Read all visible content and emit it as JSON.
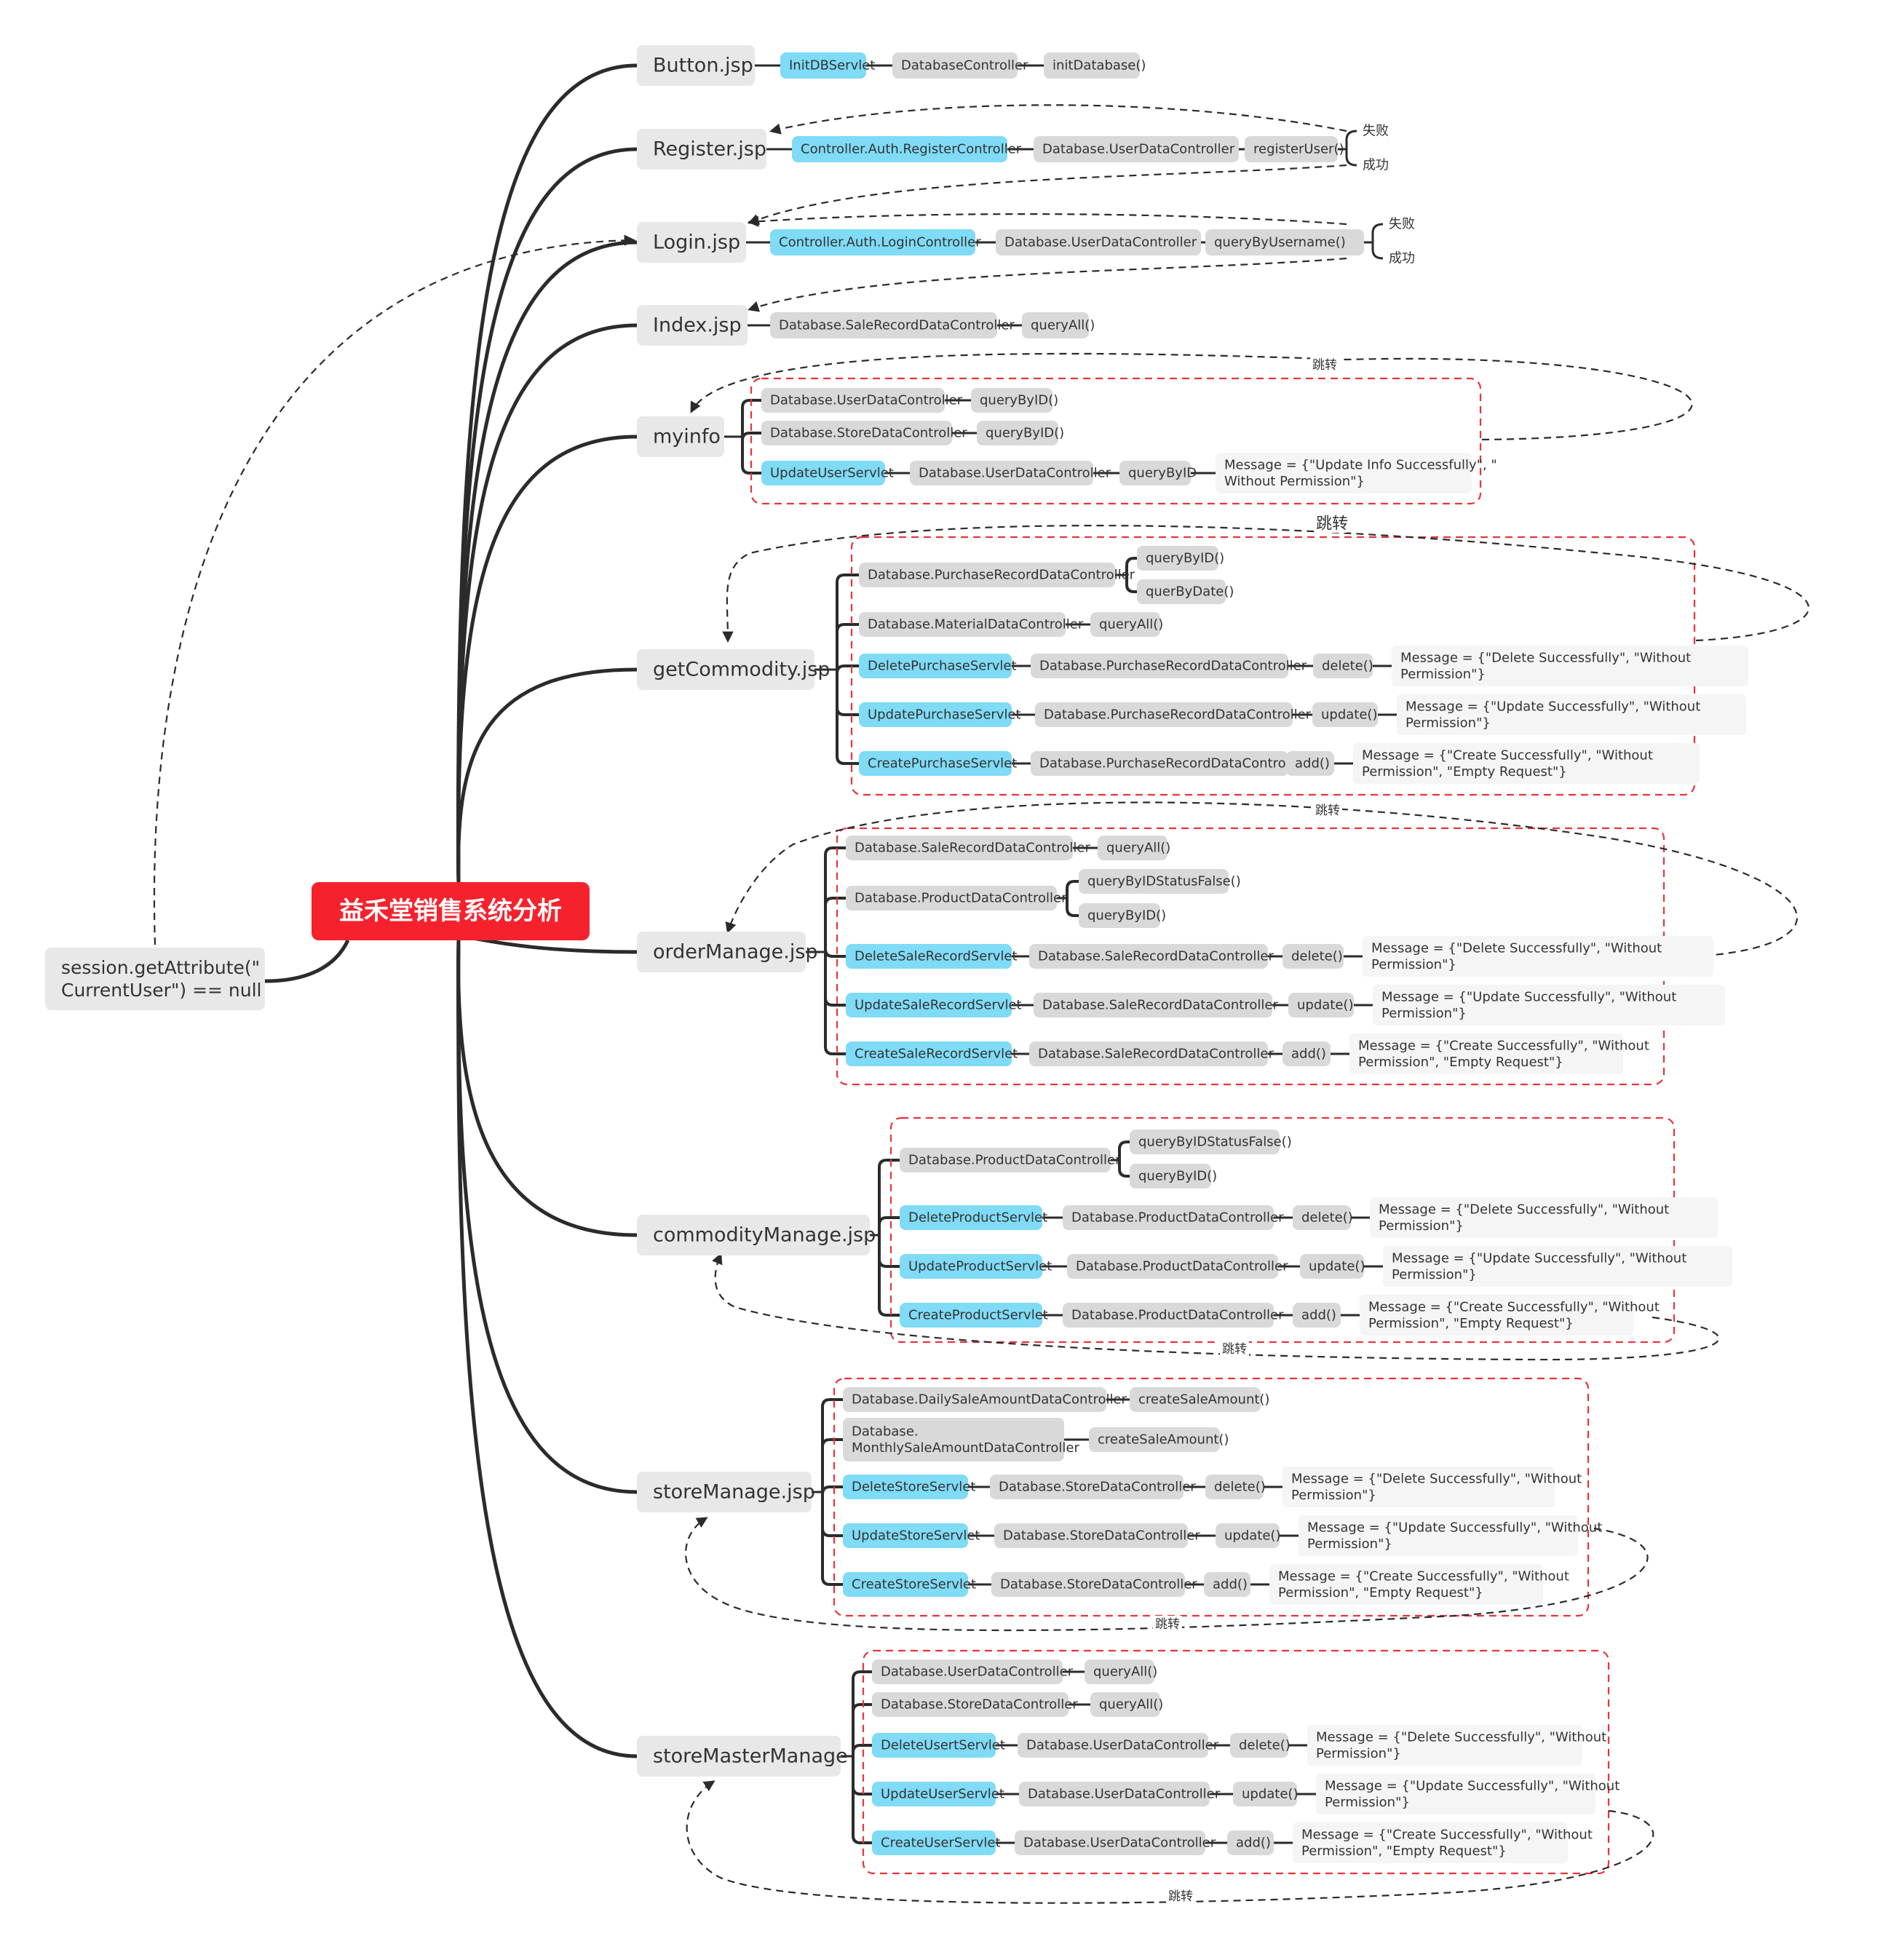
{
  "root": {
    "label": "益禾堂销售系统分析",
    "color": "#f5222d",
    "text_color": "#ffffff"
  },
  "session": {
    "line1": "session.getAttribute(\"",
    "line2": "CurrentUser\") == null"
  },
  "colors": {
    "servlet": "#7fdbf6",
    "node": "#d9d9d9",
    "page": "#e8e8e8",
    "message": "#f5f5f5",
    "red_box": "#e8343c",
    "line": "#2b2b2b"
  },
  "jump_label": "跳转",
  "fail_label": "失败",
  "success_label": "成功",
  "pages": [
    {
      "label": "Button.jsp"
    },
    {
      "label": "Register.jsp"
    },
    {
      "label": "Login.jsp"
    },
    {
      "label": "Index.jsp"
    },
    {
      "label": "myinfo"
    },
    {
      "label": "getCommodity.jsp"
    },
    {
      "label": "orderManage.jsp"
    },
    {
      "label": "commodityManage.jsp"
    },
    {
      "label": "storeManage.jsp"
    },
    {
      "label": "storeMasterManage"
    }
  ],
  "chains": {
    "button": [
      "InitDBServlet",
      "DatabaseController",
      "initDatabase()"
    ],
    "register": [
      "Controller.Auth.RegisterController",
      "Database.UserDataController",
      "registerUser()"
    ],
    "login": [
      "Controller.Auth.LoginController",
      "Database.UserDataController",
      "queryByUsername()"
    ],
    "index": [
      "Database.SaleRecordDataController",
      "queryAll()"
    ]
  },
  "myinfo": {
    "rows": [
      [
        "Database.UserDataController",
        "queryByID()"
      ],
      [
        "Database.StoreDataController",
        "queryByID()"
      ],
      [
        "UpdateUserServlet",
        "Database.UserDataController",
        "queryByID"
      ]
    ],
    "message": [
      "Message = {\"Update Info Successfully\", \"",
      "Without Permission\"}"
    ]
  },
  "getcommodity": {
    "purchase": "Database.PurchaseRecordDataController",
    "purchase_methods": [
      "queryByID()",
      "querByDate()"
    ],
    "material": [
      "Database.MaterialDataController",
      "queryAll()"
    ],
    "servlets": [
      [
        "DeletePurchaseServlet",
        "Database.PurchaseRecordDataController",
        "delete()"
      ],
      [
        "UpdatePurchaseServlet",
        "Database.PurchaseRecordDataController",
        "update()"
      ],
      [
        "CreatePurchaseServlet",
        "Database.PurchaseRecordDataController",
        "add()"
      ]
    ],
    "messages": [
      [
        "Message = {\"Delete Successfully\", \"Without",
        "Permission\"}"
      ],
      [
        "Message = {\"Update Successfully\", \"Without",
        "Permission\"}"
      ],
      [
        "Message = {\"Create Successfully\", \"Without",
        "Permission\", \"Empty Request\"}"
      ]
    ]
  },
  "ordermanage": {
    "sale": [
      "Database.SaleRecordDataController",
      "queryAll()"
    ],
    "product": "Database.ProductDataController",
    "product_methods": [
      "queryByIDStatusFalse()",
      "queryByID()"
    ],
    "servlets": [
      [
        "DeleteSaleRecordServlet",
        "Database.SaleRecordDataController",
        "delete()"
      ],
      [
        "UpdateSaleRecordServlet",
        "Database.SaleRecordDataController",
        "update()"
      ],
      [
        "CreateSaleRecordServlet",
        "Database.SaleRecordDataController",
        "add()"
      ]
    ],
    "messages": [
      [
        "Message = {\"Delete Successfully\", \"Without",
        "Permission\"}"
      ],
      [
        "Message = {\"Update Successfully\", \"Without",
        "Permission\"}"
      ],
      [
        "Message = {\"Create Successfully\", \"Without",
        "Permission\", \"Empty Request\"}"
      ]
    ]
  },
  "commoditymanage": {
    "product": "Database.ProductDataController",
    "product_methods": [
      "queryByIDStatusFalse()",
      "queryByID()"
    ],
    "servlets": [
      [
        "DeleteProductServlet",
        "Database.ProductDataController",
        "delete()"
      ],
      [
        "UpdateProductServlet",
        "Database.ProductDataController",
        "update()"
      ],
      [
        "CreateProductServlet",
        "Database.ProductDataController",
        "add()"
      ]
    ],
    "messages": [
      [
        "Message = {\"Delete Successfully\", \"Without",
        "Permission\"}"
      ],
      [
        "Message = {\"Update Successfully\", \"Without",
        "Permission\"}"
      ],
      [
        "Message = {\"Create Successfully\", \"Without",
        "Permission\", \"Empty Request\"}"
      ]
    ]
  },
  "storemanage": {
    "daily": [
      "Database.DailySaleAmountDataController",
      "createSaleAmount()"
    ],
    "monthly": [
      "Database.",
      "MonthlySaleAmountDataController",
      "createSaleAmount()"
    ],
    "servlets": [
      [
        "DeleteStoreServlet",
        "Database.StoreDataController",
        "delete()"
      ],
      [
        "UpdateStoreServlet",
        "Database.StoreDataController",
        "update()"
      ],
      [
        "CreateStoreServlet",
        "Database.StoreDataController",
        "add()"
      ]
    ],
    "messages": [
      [
        "Message = {\"Delete Successfully\", \"Without",
        "Permission\"}"
      ],
      [
        "Message = {\"Update Successfully\", \"Without",
        "Permission\"}"
      ],
      [
        "Message = {\"Create Successfully\", \"Without",
        "Permission\", \"Empty Request\"}"
      ]
    ]
  },
  "storemaster": {
    "user": [
      "Database.UserDataController",
      "queryAll()"
    ],
    "store": [
      "Database.StoreDataController",
      "queryAll()"
    ],
    "servlets": [
      [
        "DeleteUsertServlet",
        "Database.UserDataController",
        "delete()"
      ],
      [
        "UpdateUserServlet",
        "Database.UserDataController",
        "update()"
      ],
      [
        "CreateUserServlet",
        "Database.UserDataController",
        "add()"
      ]
    ],
    "messages": [
      [
        "Message = {\"Delete Successfully\", \"Without",
        "Permission\"}"
      ],
      [
        "Message = {\"Update Successfully\", \"Without",
        "Permission\"}"
      ],
      [
        "Message = {\"Create Successfully\", \"Without",
        "Permission\", \"Empty Request\"}"
      ]
    ]
  }
}
